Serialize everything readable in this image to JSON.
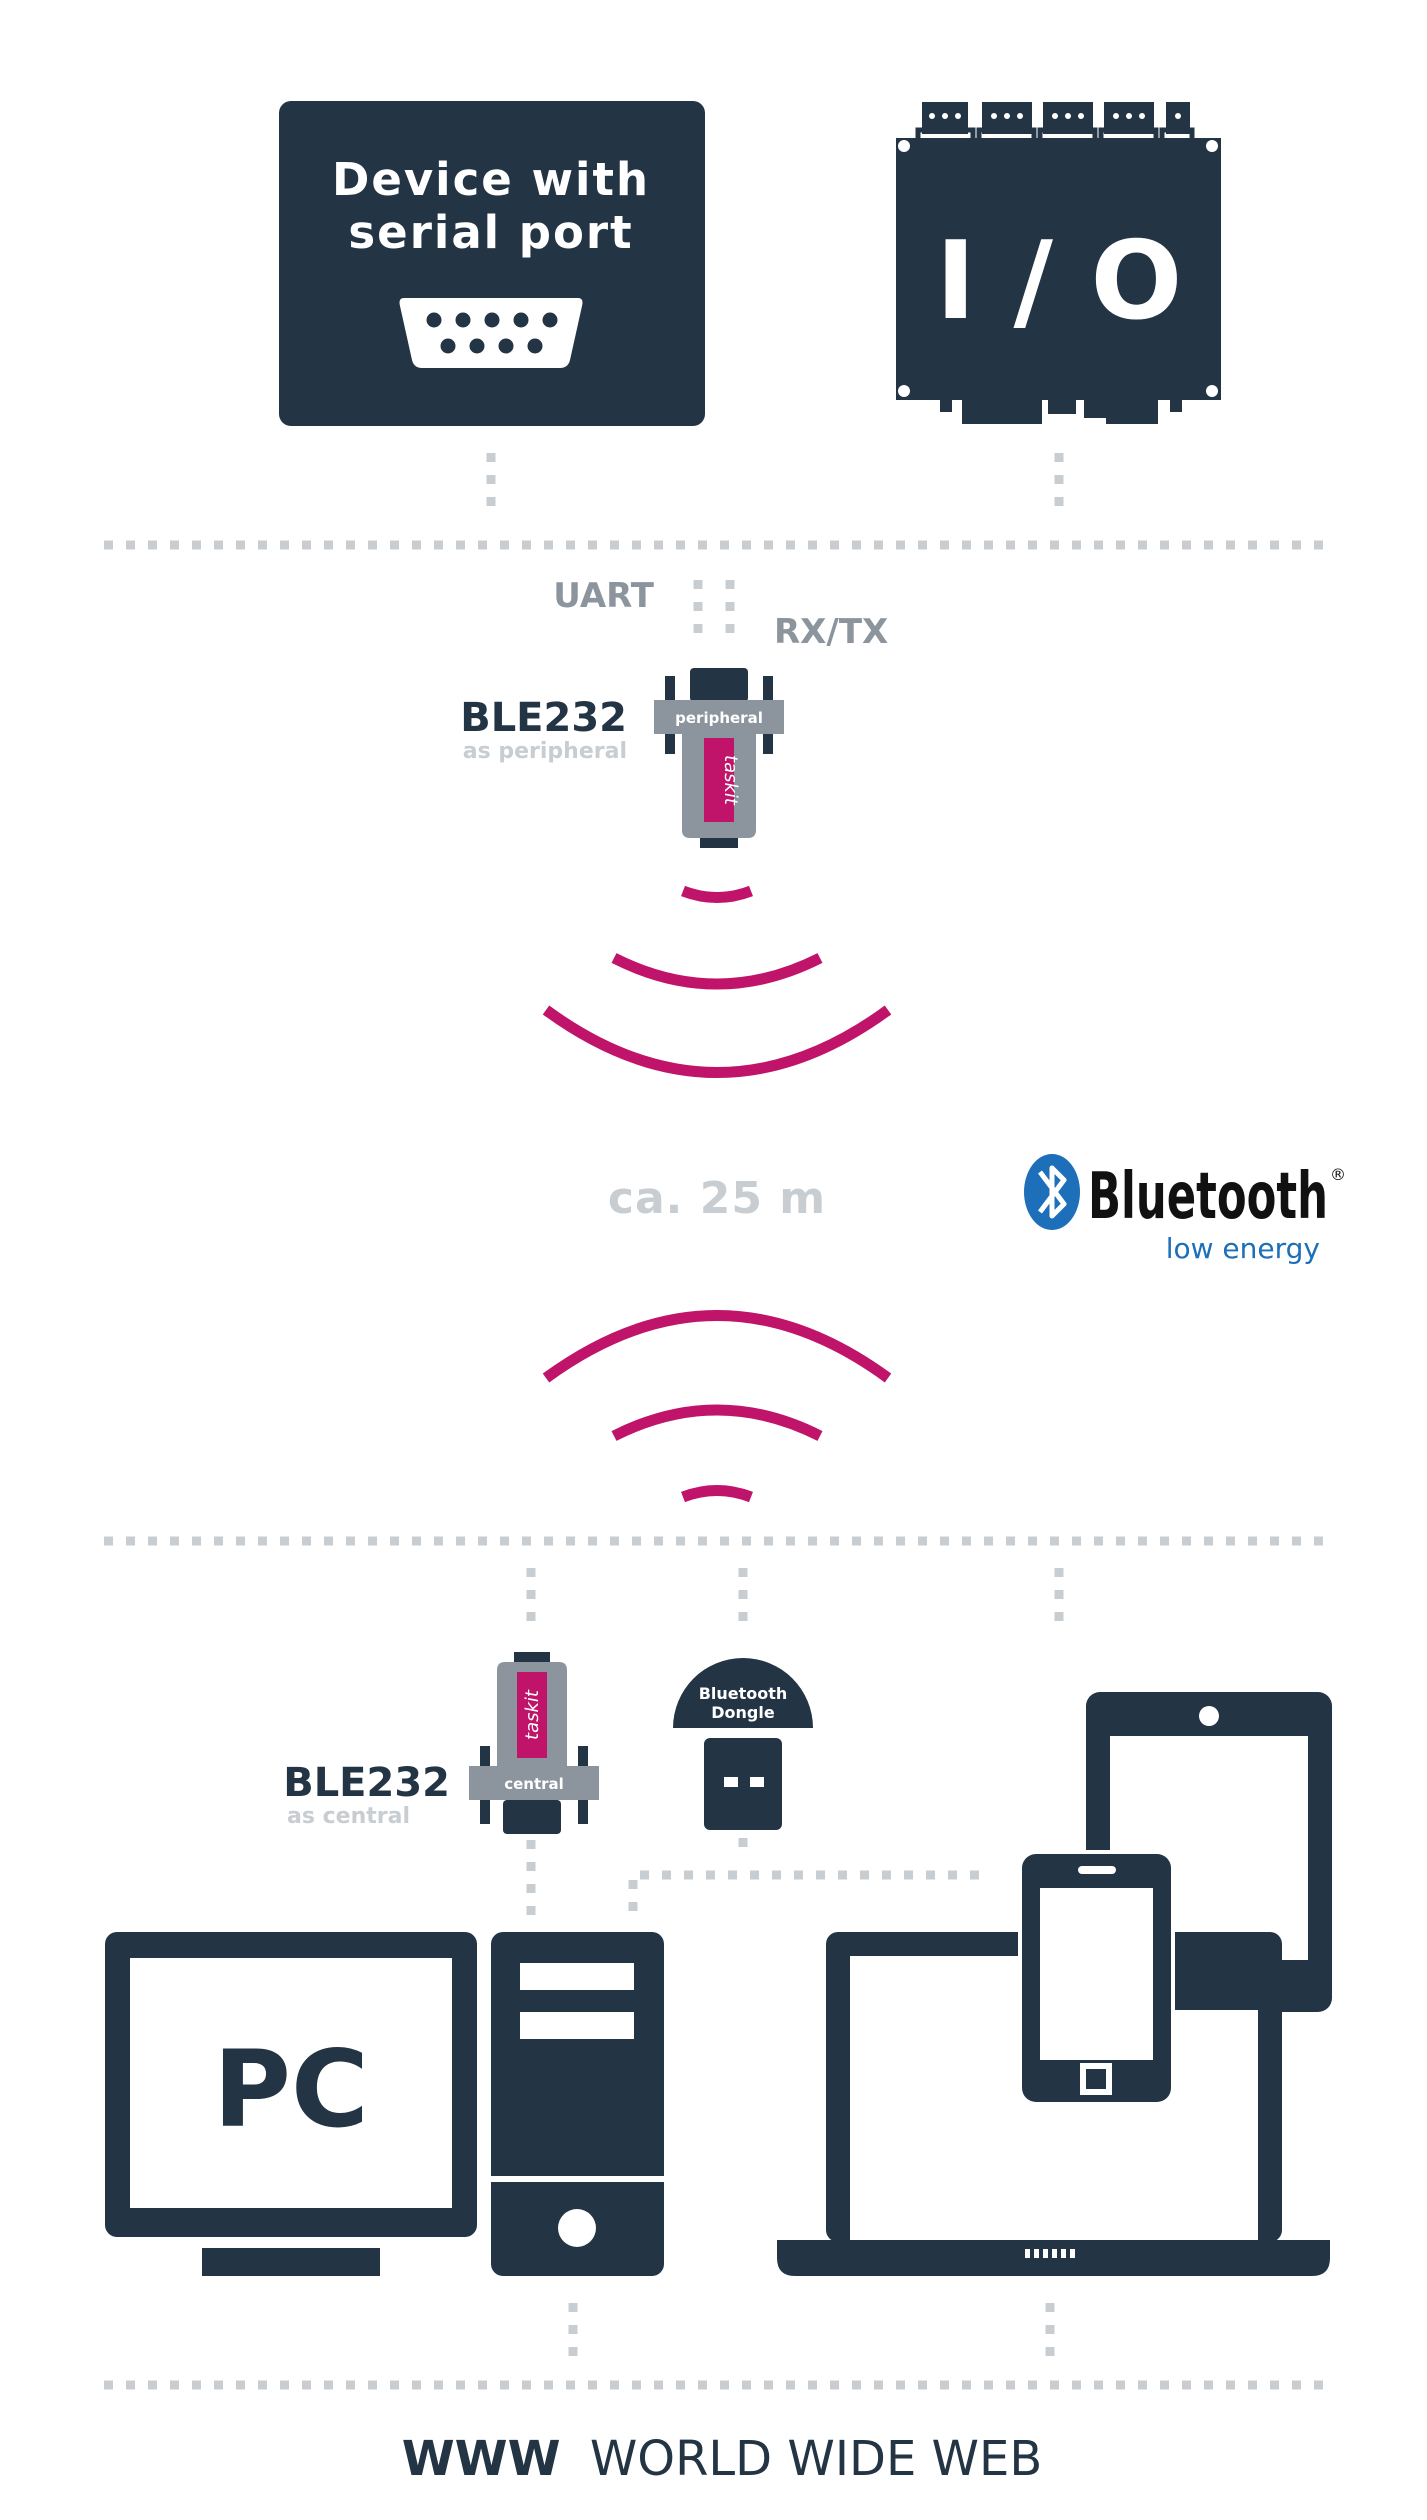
{
  "device": {
    "line1": "Device with",
    "line2": "serial port"
  },
  "io": {
    "label": "I / O"
  },
  "link": {
    "uart": "UART",
    "rxtx": "RX/TX"
  },
  "peripheral": {
    "name": "BLE232",
    "subtitle": "as peripheral",
    "tag": "peripheral",
    "brand": "taskit"
  },
  "range": {
    "label": "ca. 25 m"
  },
  "bluetooth": {
    "wordmark": "Bluetooth",
    "registered": "®",
    "subtitle": "low energy"
  },
  "central": {
    "name": "BLE232",
    "subtitle": "as central",
    "tag": "central",
    "brand": "taskit"
  },
  "dongle": {
    "line1": "Bluetooth",
    "line2": "Dongle"
  },
  "pc": {
    "label": "PC"
  },
  "web": {
    "bold": "WWW",
    "rest": "WORLD WIDE WEB"
  },
  "colors": {
    "navy": "#233445",
    "magenta": "#c0136a",
    "gray": "#8c959d",
    "lightgray": "#c8cdd1",
    "bluetooth_blue": "#1c6fb8"
  }
}
